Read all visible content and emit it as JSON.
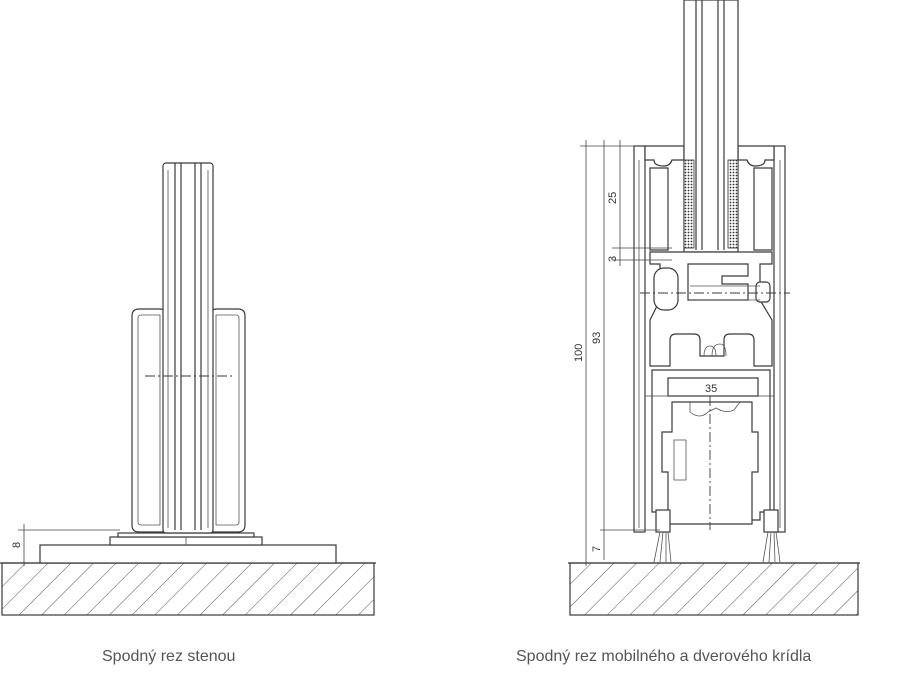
{
  "captions": {
    "left": "Spodný rez stenou",
    "right": "Spodný rez mobilného a dverového krídla"
  },
  "dimensions": {
    "left_gap": "8",
    "right_total": "100",
    "right_inner": "93",
    "right_top": "25",
    "right_small": "3",
    "right_bottom": "7",
    "right_width": "35"
  }
}
